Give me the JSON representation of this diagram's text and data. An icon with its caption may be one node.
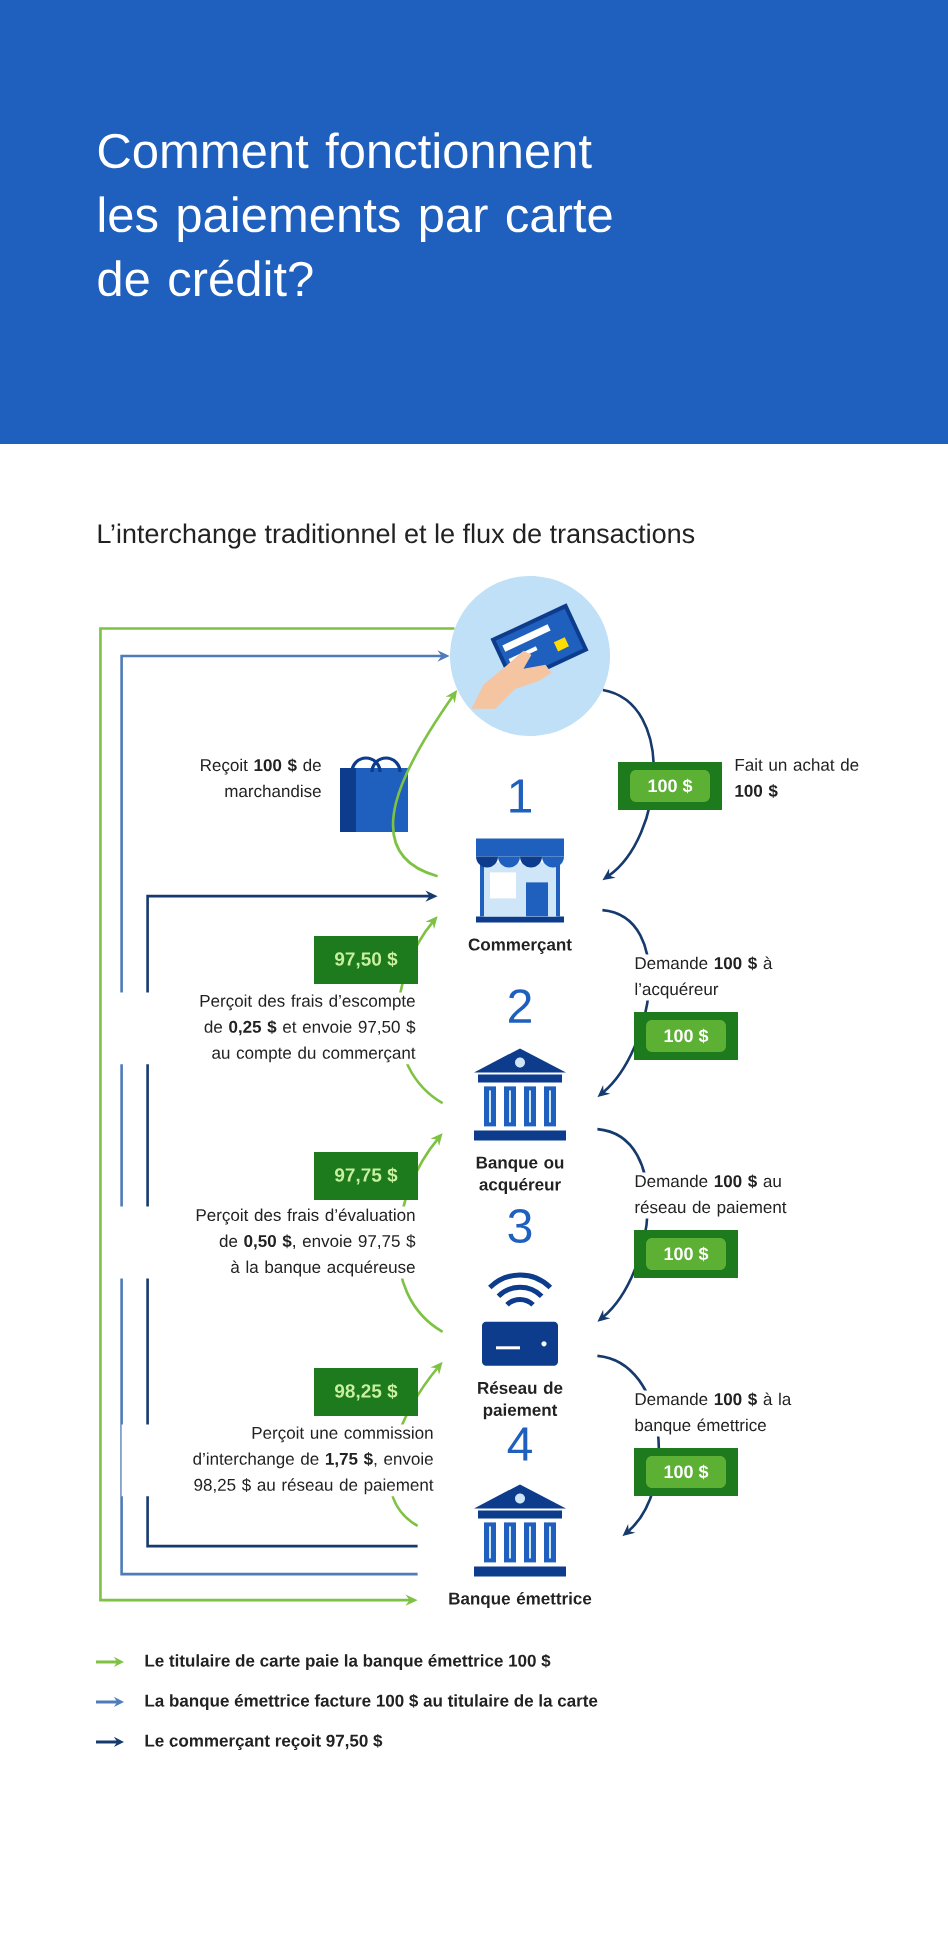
{
  "diagram": {
    "title": "Comment fonctionnent les paiements par carte de crédit?",
    "nodes": [
      {
        "text": [],
        "shape": "picture"
      },
      {
        "text": [
          "Commerçant"
        ]
      },
      {
        "text": [
          "Banque ou acquéreur"
        ]
      },
      {
        "text": [
          "Réseau de paiement"
        ]
      },
      {
        "text": [
          "Banque émettrice"
        ]
      }
    ],
    "edges": [
      {
        "from": 0,
        "to": 1,
        "arrow": "to",
        "label": "Fait un achat de **100 $**"
      },
      {
        "from": 1,
        "to": 2,
        "arrow": "to",
        "label": "Demande **100 $** à l’acquéreur"
      },
      {
        "from": 2,
        "to": 3,
        "arrow": "to",
        "label": "Demande **100 $** au réseau de paiement"
      },
      {
        "from": 3,
        "to": 4,
        "arrow": "to",
        "label": "Demande **100 $** à la banque émettrice"
      },
      {
        "from": 1,
        "to": 0,
        "arrow": "to",
        "color": "#7dc242",
        "label": "Reçoit **100 $** de marchandise"
      },
      {
        "from": 2,
        "to": 1,
        "arrow": "to",
        "color": "#7dc242",
        "label": "Perçoit des frais d’escompte de **0,25 $** et envoie 97,50 $ au compte du commerçant"
      },
      {
        "from": 3,
        "to": 2,
        "arrow": "to",
        "color": "#7dc242",
        "label": "Perçoit des frais d’évaluation de **0,50 $**, envoie 97,75 $ à la banque acquéreuse"
      },
      {
        "from": 4,
        "to": 3,
        "arrow": "to",
        "color": "#7dc242",
        "label": "Perçoit une commission d’interchange de **1,75 $**, envoie 98,25 $ au réseau de paiement"
      },
      {
        "from": 0,
        "to": 4,
        "arrow": "to",
        "color": "#7dc242"
      },
      {
        "from": 4,
        "to": 0,
        "arrow": "to",
        "color": "#4f7cb8"
      },
      {
        "from": 4,
        "to": 1,
        "arrow": "to"
      }
    ],
    "labels": [
      "L’interchange traditionnel et le flux de transactions",
      "1",
      "100 $",
      "2",
      "97,50 $",
      "100 $",
      "3",
      "97,75 $",
      "100 $",
      "4",
      "98,25 $",
      "100 $"
    ],
    "legend": [
      {
        "text": "Le titulaire de carte paie la banque émettrice 100 $"
      },
      {
        "text": "La banque émettrice facture 100 $ au titulaire de la carte"
      },
      {
        "text": "Le commerçant reçoit 97,50 $"
      }
    ]
  }
}
